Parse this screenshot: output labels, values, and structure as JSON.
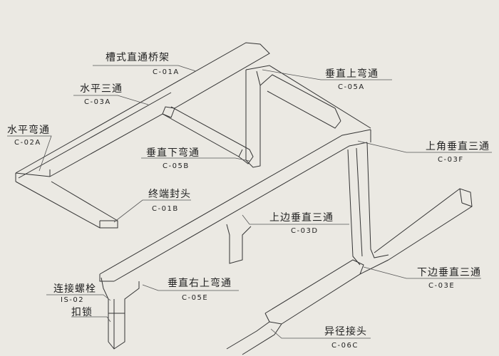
{
  "labels": [
    {
      "name": "槽式直通桥架",
      "code": "C-01A"
    },
    {
      "name": "水平三通",
      "code": "C-03A"
    },
    {
      "name": "水平弯通",
      "code": "C-02A"
    },
    {
      "name": "垂直上弯通",
      "code": "C-05A"
    },
    {
      "name": "上角垂直三通",
      "code": "C-03F"
    },
    {
      "name": "垂直下弯通",
      "code": "C-05B"
    },
    {
      "name": "终端封头",
      "code": "C-01B"
    },
    {
      "name": "上边垂直三通",
      "code": "C-03D"
    },
    {
      "name": "下边垂直三通",
      "code": "C-03E"
    },
    {
      "name": "垂直右上弯通",
      "code": "C-05E"
    },
    {
      "name": "异径接头",
      "code": "C-06C"
    }
  ],
  "bolt": {
    "name": "连接螺栓",
    "code": "IS-02",
    "lock": "扣锁"
  }
}
